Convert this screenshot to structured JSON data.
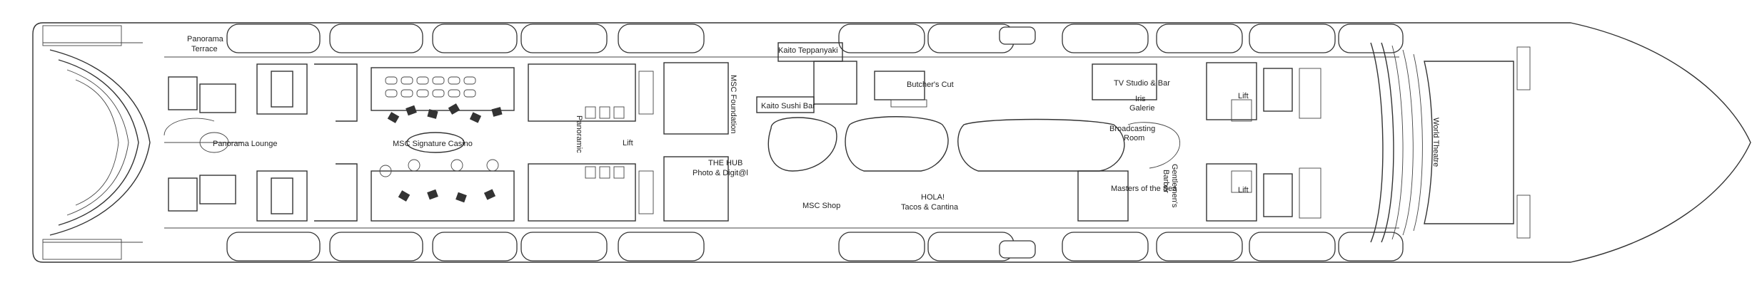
{
  "labels": {
    "panorama_terrace_1": "Panorama",
    "panorama_terrace_2": "Terrace",
    "panorama_lounge": "Panorama Lounge",
    "casino": "MSC Signature Casino",
    "panoramic": "Panoramic",
    "lift": "Lift",
    "msc_foundation": "MSC Foundation",
    "kaito_teppanyaki": "Kaito Teppanyaki",
    "kaito_sushi_bar": "Kaito Sushi Bar",
    "the_hub_1": "THE HUB",
    "the_hub_2": "Photo & Digit@l",
    "msc_shop": "MSC Shop",
    "butchers_cut": "Butcher's Cut",
    "hola_1": "HOLA!",
    "hola_2": "Tacos & Cantina",
    "tv_studio": "TV Studio & Bar",
    "iris_1": "Iris",
    "iris_2": "Galerie",
    "broadcasting_1": "Broadcasting",
    "broadcasting_2": "Room",
    "masters_of_the_sea": "Masters of the Sea",
    "gentlemens_barber_1": "Gentlemen's",
    "gentlemens_barber_2": "Barber",
    "world_theatre": "World Theatre"
  }
}
